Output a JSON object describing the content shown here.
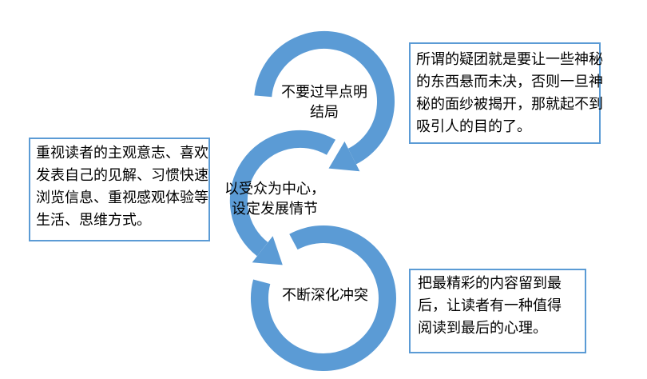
{
  "colors": {
    "arrow": "#5B9BD5",
    "box_border": "#5B9BD5",
    "text": "#000000",
    "background": "#FFFFFF"
  },
  "cycle": {
    "top": {
      "lines": [
        "不要过早点明",
        "结局"
      ],
      "full_text": "不要过早点明结局"
    },
    "middle": {
      "lines": [
        "以受众为中心，",
        "设定发展情节"
      ],
      "full_text": "以受众为中心，设定发展情节"
    },
    "bottom": {
      "lines": [
        "不断深化冲突"
      ],
      "full_text": "不断深化冲突"
    }
  },
  "callouts": {
    "left": {
      "lines": [
        "重视读者的主观意志、喜欢",
        "发表自己的见解、习惯快速",
        "浏览信息、重视感观体验等",
        "生活、思维方式。"
      ],
      "full_text": "重视读者的主观意志、喜欢发表自己的见解、习惯快速浏览信息、重视感观体验等生活、思维方式。"
    },
    "top_right": {
      "lines": [
        "所谓的疑团就是要让一些神秘",
        "的东西悬而未决，否则一旦神",
        "秘的面纱被揭开，那就起不到",
        "吸引人的目的了。"
      ],
      "full_text": "所谓的疑团就是要让一些神秘的东西悬而未决，否则一旦神秘的面纱被揭开，那就起不到吸引人的目的了。"
    },
    "bottom_right": {
      "lines": [
        "把最精彩的内容留到最",
        "后，让读者有一种值得",
        "阅读到最后的心理。"
      ],
      "full_text": "把最精彩的内容留到最后，让读者有一种值得阅读到最后的心理。"
    }
  }
}
